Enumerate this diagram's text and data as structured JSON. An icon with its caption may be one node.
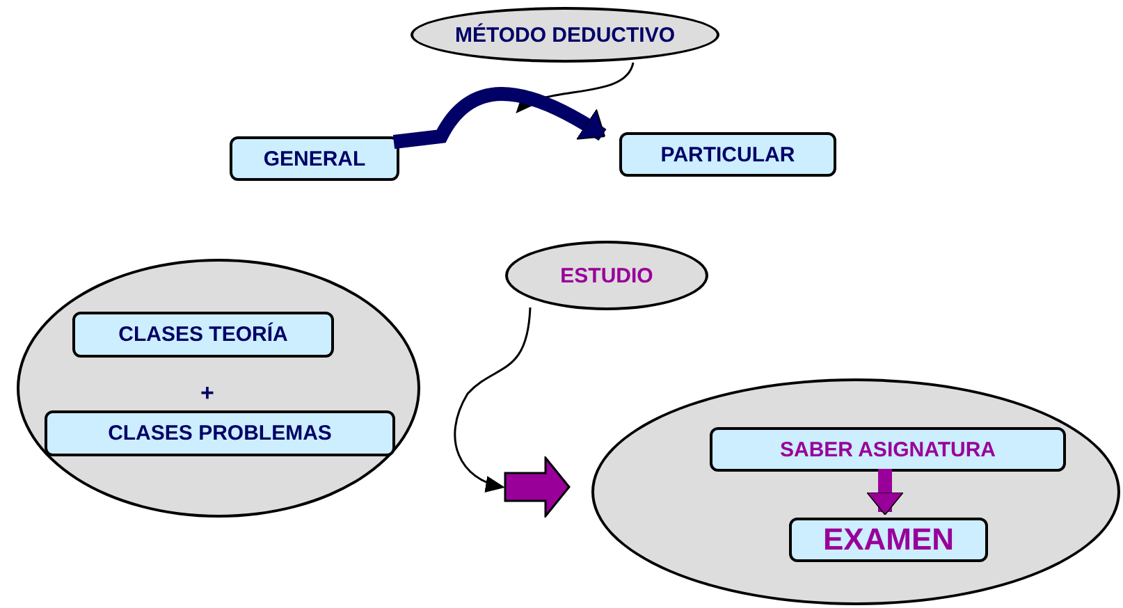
{
  "diagram": {
    "nodes": [
      {
        "text": [
          "MÉTODO DEDUCTIVO"
        ]
      },
      {
        "text": [
          "GENERAL"
        ]
      },
      {
        "text": [
          "PARTICULAR"
        ]
      },
      {
        "text": [],
        "shape": "ellipse"
      },
      {
        "text": [
          "CLASES TEORÍA"
        ],
        "in": 3
      },
      {
        "text": [
          "CLASES PROBLEMAS"
        ],
        "in": 3
      },
      {
        "text": [
          "ESTUDIO"
        ]
      },
      {
        "text": [],
        "shape": "arrow"
      },
      {
        "text": [],
        "shape": "ellipse"
      },
      {
        "text": [
          "SABER ASIGNATURA"
        ],
        "in": 8
      },
      {
        "text": [
          "EXAMEN"
        ],
        "in": 8
      }
    ],
    "edges": [
      {
        "from": 0,
        "to": null,
        "arrow": "to"
      },
      {
        "from": 1,
        "to": 2,
        "arrow": "to",
        "style": "thick",
        "color": "#000066"
      },
      {
        "from": 6,
        "to": 7,
        "arrow": "to"
      },
      {
        "from": 9,
        "to": 10,
        "arrow": "to",
        "style": "thick",
        "color": "#990099"
      }
    ],
    "labels": [
      "+"
    ]
  }
}
